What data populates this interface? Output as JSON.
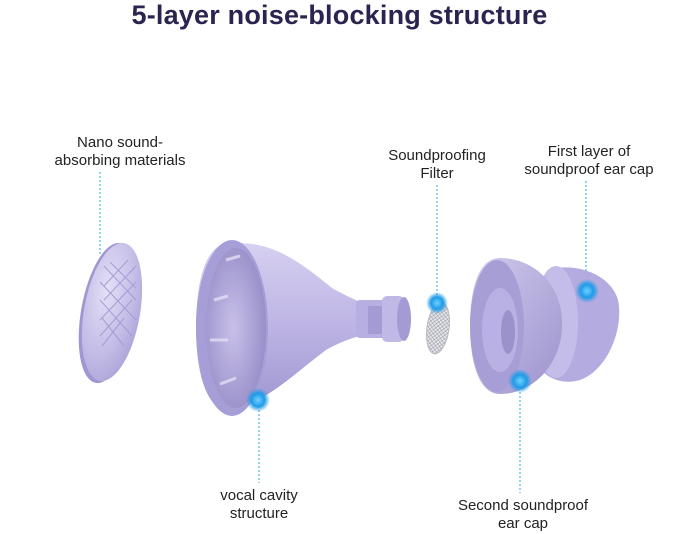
{
  "title": "5-layer noise-blocking structure",
  "labels": {
    "nano": [
      "Nano sound-",
      "absorbing materials"
    ],
    "filter": [
      "Soundproofing",
      "Filter"
    ],
    "first_cap": [
      "First layer of",
      "soundproof ear cap"
    ],
    "vocal": [
      "vocal cavity",
      "structure"
    ],
    "second_cap": [
      "Second soundproof",
      "ear cap"
    ]
  },
  "colors": {
    "title": "#2a2450",
    "product": "#b6aee0",
    "marker": "#1f9be8",
    "leader": "#2aa7d8"
  }
}
